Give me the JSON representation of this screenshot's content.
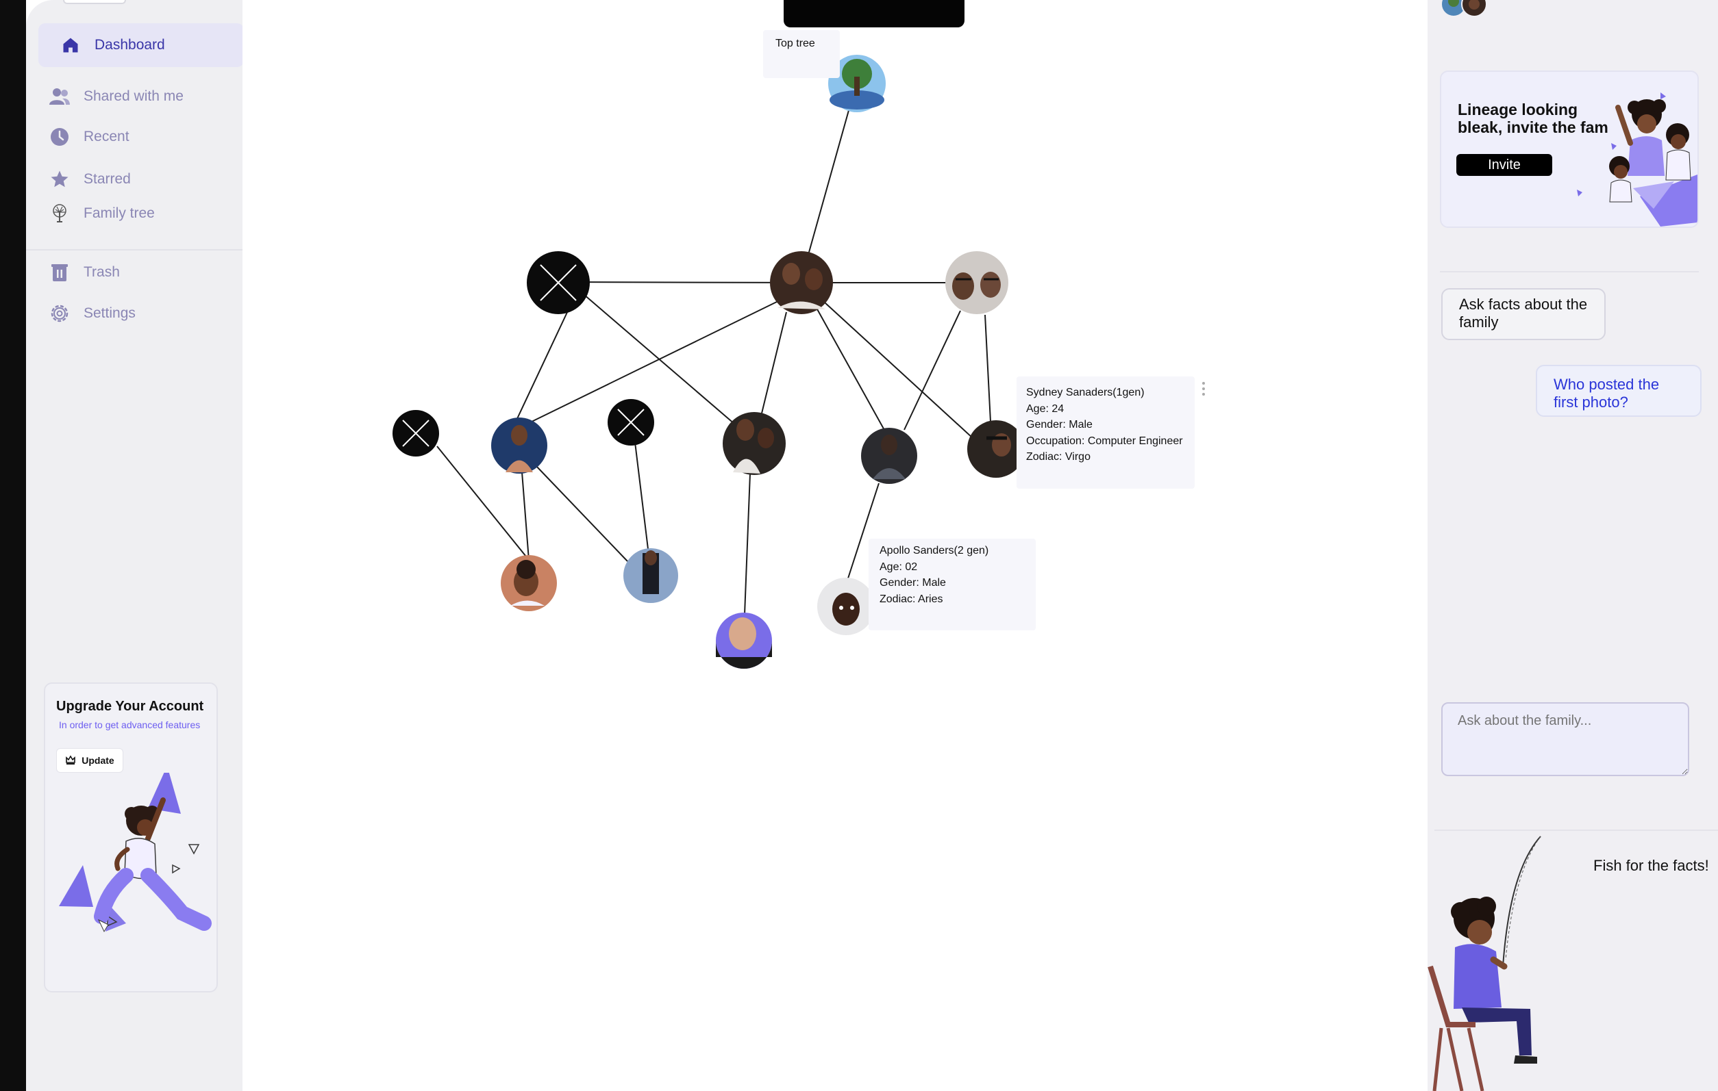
{
  "sidebar": {
    "items": [
      {
        "label": "Dashboard",
        "icon": "home-icon"
      },
      {
        "label": "Shared with me",
        "icon": "users-icon"
      },
      {
        "label": "Recent",
        "icon": "clock-icon"
      },
      {
        "label": "Starred",
        "icon": "star-icon"
      },
      {
        "label": "Family tree",
        "icon": "tree-icon"
      },
      {
        "label": "Trash",
        "icon": "trash-icon"
      },
      {
        "label": "Settings",
        "icon": "gear-icon"
      }
    ],
    "upgrade": {
      "title": "Upgrade Your Account",
      "subtitle": "In order to get advanced features",
      "button_label": "Update"
    }
  },
  "tree": {
    "root_label": "Top tree",
    "cards": {
      "sydney": {
        "name": "Sydney Sanaders(1gen)",
        "age": "Age: 24",
        "gender": "Gender: Male",
        "occupation": "Occupation: Computer Engineer",
        "zodiac": "Zodiac: Virgo"
      },
      "apollo": {
        "name": "Apollo Sanders(2 gen)",
        "age": "Age: 02",
        "gender": "Gender: Male",
        "zodiac": "Zodiac: Aries"
      }
    }
  },
  "right_panel": {
    "invite": {
      "text": "Lineage looking bleak, invite the fam",
      "button_label": "Invite"
    },
    "chat": {
      "suggestion": "Ask facts about the family",
      "user_message": "Who posted the first photo?"
    },
    "ask_input": {
      "placeholder": "Ask about the family..."
    },
    "fish_caption": "Fish for the facts!"
  },
  "colors": {
    "accent": "#3a36a8",
    "nav_text": "#8a86b4",
    "sidebar_bg": "#efeff2",
    "illustration_purple": "#7a6de8",
    "chat_blue": "#2a35d8"
  }
}
